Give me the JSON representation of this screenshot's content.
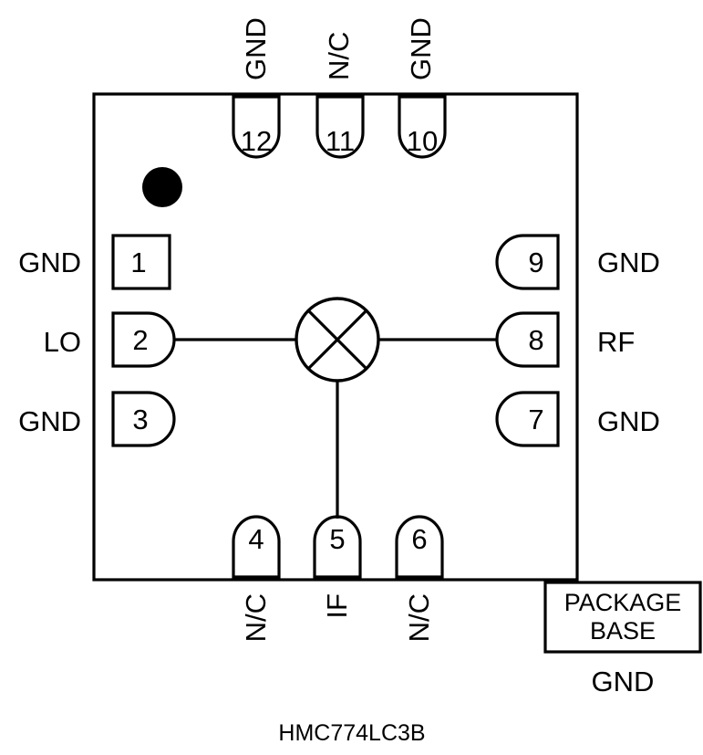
{
  "diagram": {
    "part_number": "HMC774LC3B",
    "package_base_line1": "PACKAGE",
    "package_base_line2": "BASE",
    "package_base_label": "GND",
    "pin1_marker": "pin-1-dot",
    "mixer_symbol": "mixer-circle-x",
    "colors": {
      "line": "#000000",
      "fill": "#ffffff",
      "marker": "#000000"
    },
    "pins": {
      "left": [
        {
          "number": "1",
          "signal": "GND",
          "shape": "square"
        },
        {
          "number": "2",
          "signal": "LO",
          "shape": "rounded-outer"
        },
        {
          "number": "3",
          "signal": "GND",
          "shape": "rounded-outer"
        }
      ],
      "bottom": [
        {
          "number": "4",
          "signal": "N/C",
          "shape": "rounded-inner"
        },
        {
          "number": "5",
          "signal": "IF",
          "shape": "rounded-inner"
        },
        {
          "number": "6",
          "signal": "N/C",
          "shape": "rounded-inner"
        }
      ],
      "right": [
        {
          "number": "7",
          "signal": "GND",
          "shape": "rounded-inner"
        },
        {
          "number": "8",
          "signal": "RF",
          "shape": "rounded-inner"
        },
        {
          "number": "9",
          "signal": "GND",
          "shape": "rounded-inner"
        }
      ],
      "top": [
        {
          "number": "10",
          "signal": "GND",
          "shape": "rounded-inner"
        },
        {
          "number": "11",
          "signal": "N/C",
          "shape": "rounded-inner"
        },
        {
          "number": "12",
          "signal": "GND",
          "shape": "rounded-inner"
        }
      ]
    },
    "connections": [
      {
        "from": "2",
        "to": "mixer",
        "label": "LO"
      },
      {
        "from": "mixer",
        "to": "8",
        "label": "RF"
      },
      {
        "from": "mixer",
        "to": "5",
        "label": "IF"
      }
    ]
  }
}
